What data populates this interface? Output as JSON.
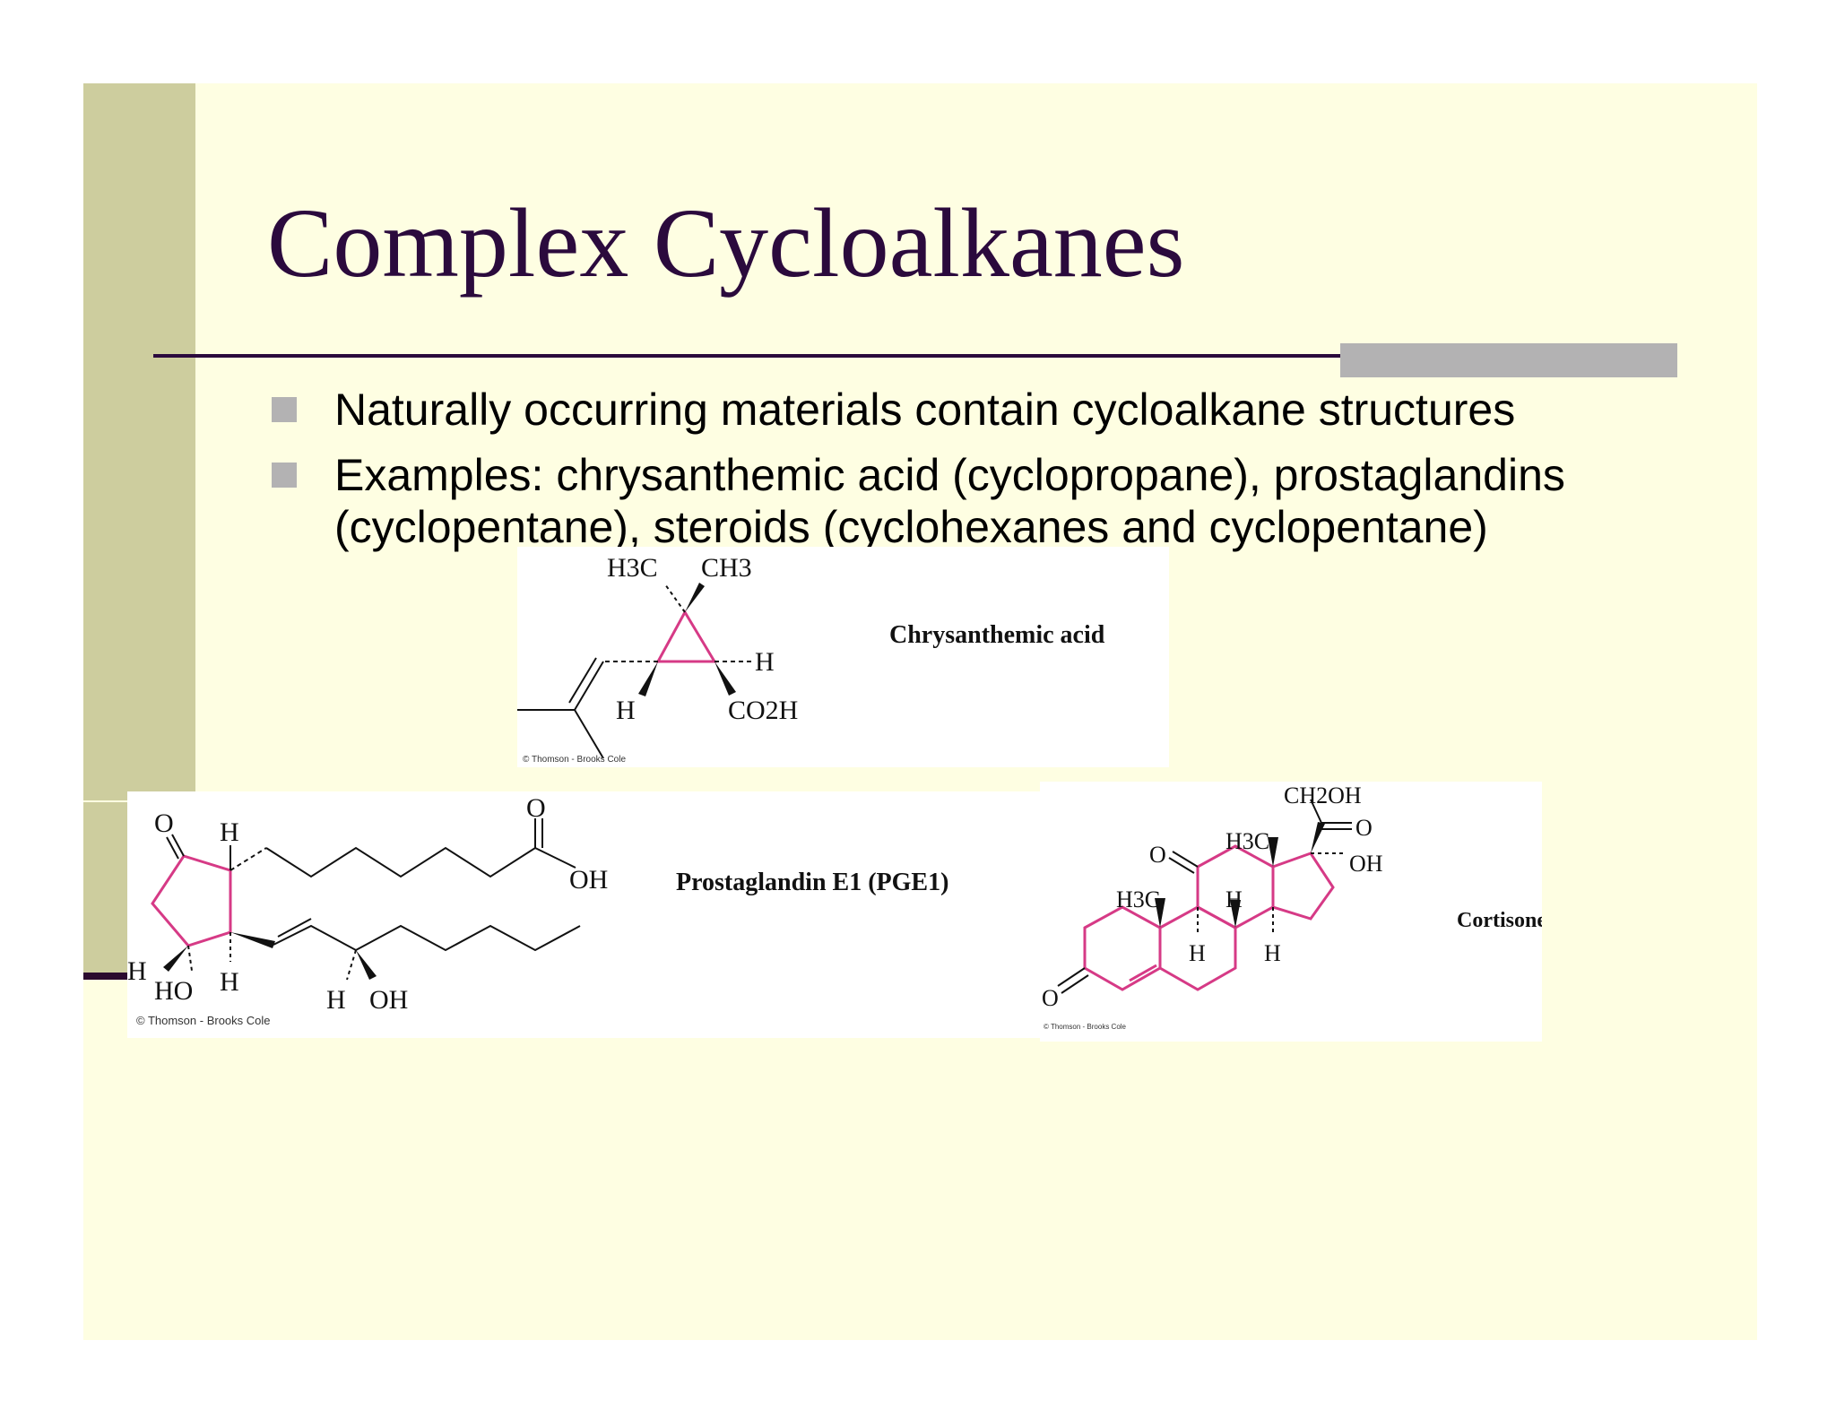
{
  "slide": {
    "title": "Complex Cycloalkanes",
    "bullets": [
      "Naturally occurring materials contain cycloalkane structures",
      "Examples: chrysanthemic acid (cyclopropane), prostaglandins (cyclopentane), steroids (cyclohexanes and cyclopentane)"
    ]
  },
  "colors": {
    "slide_bg": "#fefee2",
    "sidebar": "#cdcd9e",
    "title": "#2b0a3d",
    "bullet": "#b3b2b3",
    "ring": "#d63a86"
  },
  "figures": {
    "chrysanthemic": {
      "name": "Chrysanthemic acid",
      "labels": [
        "H3C",
        "CH3",
        "H",
        "H",
        "CO2H"
      ],
      "copyright": "© Thomson - Brooks Cole"
    },
    "prostaglandin": {
      "name": "Prostaglandin E1 (PGE1)",
      "labels": [
        "O",
        "H",
        "O",
        "OH",
        "H",
        "HO",
        "H",
        "H",
        "OH"
      ],
      "copyright": "© Thomson - Brooks Cole"
    },
    "cortisone": {
      "name": "Cortisone",
      "labels": [
        "CH2OH",
        "O",
        "OH",
        "O",
        "H3C",
        "H3C",
        "H",
        "H",
        "H",
        "O"
      ],
      "copyright": "© Thomson - Brooks Cole"
    }
  }
}
